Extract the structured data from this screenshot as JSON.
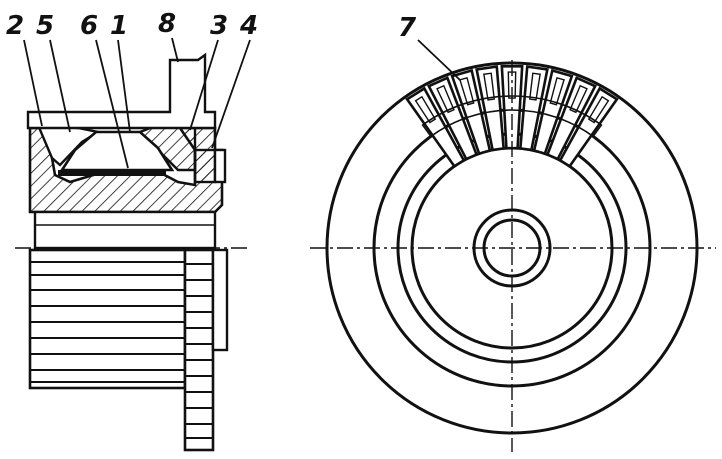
{
  "labels": {
    "l2": "2",
    "l5": "5",
    "l6": "6",
    "l1": "1",
    "l8": "8",
    "l3": "3",
    "l4": "4",
    "l7": "7"
  }
}
